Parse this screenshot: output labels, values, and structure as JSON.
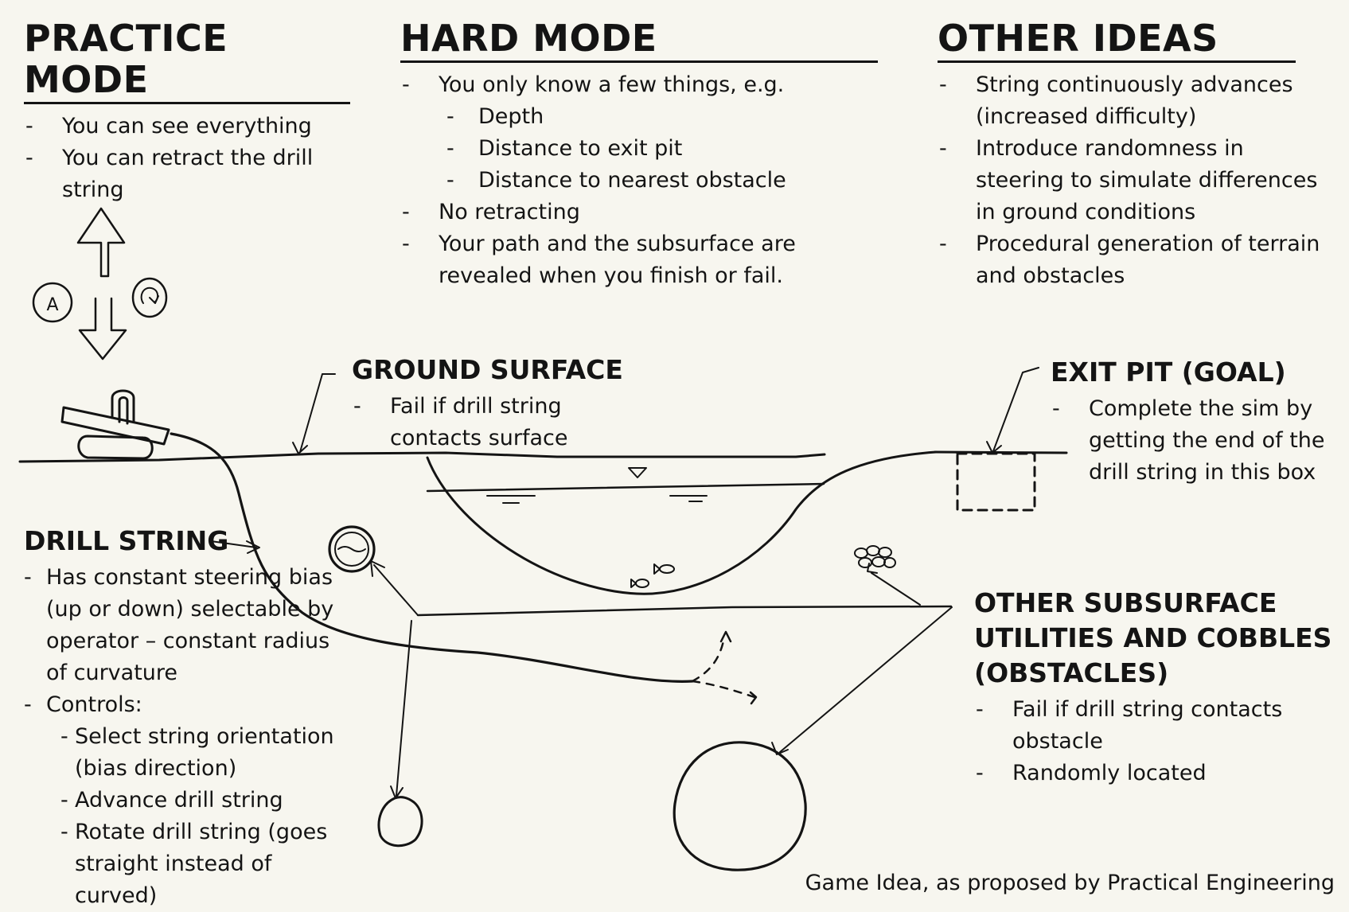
{
  "practice": {
    "title": "PRACTICE MODE",
    "items": [
      "You can see everything",
      "You can retract the drill string"
    ]
  },
  "hard": {
    "title": "HARD MODE",
    "intro": "You only know a few things, e.g.",
    "known": [
      "Depth",
      "Distance to exit pit",
      "Distance to nearest obstacle"
    ],
    "items": [
      "No retracting",
      "Your path and the subsurface are revealed when you finish or fail."
    ]
  },
  "other_ideas": {
    "title": "OTHER IDEAS",
    "items": [
      "String continuously advances (increased difficulty)",
      "Introduce randomness in steering to simulate differences in ground conditions",
      "Procedural generation of terrain and obstacles"
    ]
  },
  "ground": {
    "title": "GROUND SURFACE",
    "items": [
      "Fail if drill string contacts surface"
    ]
  },
  "exit_pit": {
    "title": "EXIT PIT (GOAL)",
    "items": [
      "Complete the sim by getting the end of the drill string in this box"
    ]
  },
  "drill": {
    "title": "DRILL STRING",
    "items": [
      "Has constant steering bias (up or down) selectable by operator – constant radius of curvature"
    ],
    "controls_label": "Controls:",
    "controls": [
      "Select string orientation (bias direction)",
      "Advance drill string",
      "Rotate drill string (goes straight instead of curved)"
    ]
  },
  "obstacles": {
    "title": "OTHER SUBSURFACE UTILITIES AND COBBLES (OBSTACLES)",
    "items": [
      "Fail if drill string contacts obstacle",
      "Randomly located"
    ]
  },
  "sketch": {
    "button_a": "A"
  },
  "footer": "Game Idea, as proposed by Practical Engineering",
  "colors": {
    "ink": "#141414",
    "paper": "#f7f6ef"
  }
}
